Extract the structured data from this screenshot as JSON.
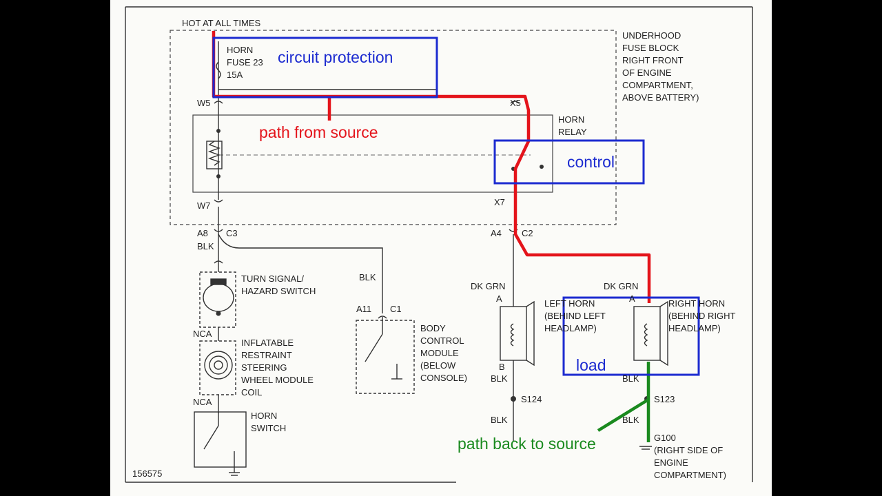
{
  "labels": {
    "hot": "HOT AT ALL TIMES",
    "fuse": [
      "HORN",
      "FUSE 23",
      "15A"
    ],
    "fuse_block": [
      "UNDERHOOD",
      "FUSE BLOCK",
      "RIGHT FRONT",
      "OF ENGINE",
      "COMPARTMENT,",
      "ABOVE BATTERY)"
    ],
    "relay": [
      "HORN",
      "RELAY"
    ],
    "w5": "W5",
    "x5": "X5",
    "w7": "W7",
    "x7": "X7",
    "a8": "A8",
    "c3": "C3",
    "a4": "A4",
    "c2": "C2",
    "blk1": "BLK",
    "blk2": "BLK",
    "blk3": "BLK",
    "blk4": "BLK",
    "blk5": "BLK",
    "blk6": "BLK",
    "turn": [
      "TURN SIGNAL/",
      "HAZARD SWITCH"
    ],
    "nca1": "NCA",
    "nca2": "NCA",
    "restraint": [
      "INFLATABLE",
      "RESTRAINT",
      "STEERING",
      "WHEEL MODULE",
      "COIL"
    ],
    "horn_switch": [
      "HORN",
      "SWITCH"
    ],
    "a11": "A11",
    "c1": "C1",
    "bcm": [
      "BODY",
      "CONTROL",
      "MODULE",
      "(BELOW",
      "CONSOLE)"
    ],
    "dkgrn1": "DK GRN",
    "dkgrn2": "DK GRN",
    "a_left": "A",
    "a_right": "A",
    "b_left": "B",
    "left_horn": [
      "LEFT HORN",
      "(BEHIND LEFT",
      "HEADLAMP)"
    ],
    "right_horn": [
      "RIGHT HORN",
      "(BEHIND RIGHT",
      "HEADLAMP)"
    ],
    "s124": "S124",
    "s123": "S123",
    "g100": [
      "G100",
      "(RIGHT SIDE OF",
      "ENGINE",
      "COMPARTMENT)"
    ],
    "fig": "156575"
  },
  "annotations": {
    "circuit_protection": "circuit protection",
    "path_from_source": "path from source",
    "control": "control",
    "load": "load",
    "path_back": "path back to source"
  },
  "colors": {
    "red": "#e4141b",
    "blue": "#1c2bd0",
    "green": "#1a8a1f",
    "line": "#333333"
  }
}
